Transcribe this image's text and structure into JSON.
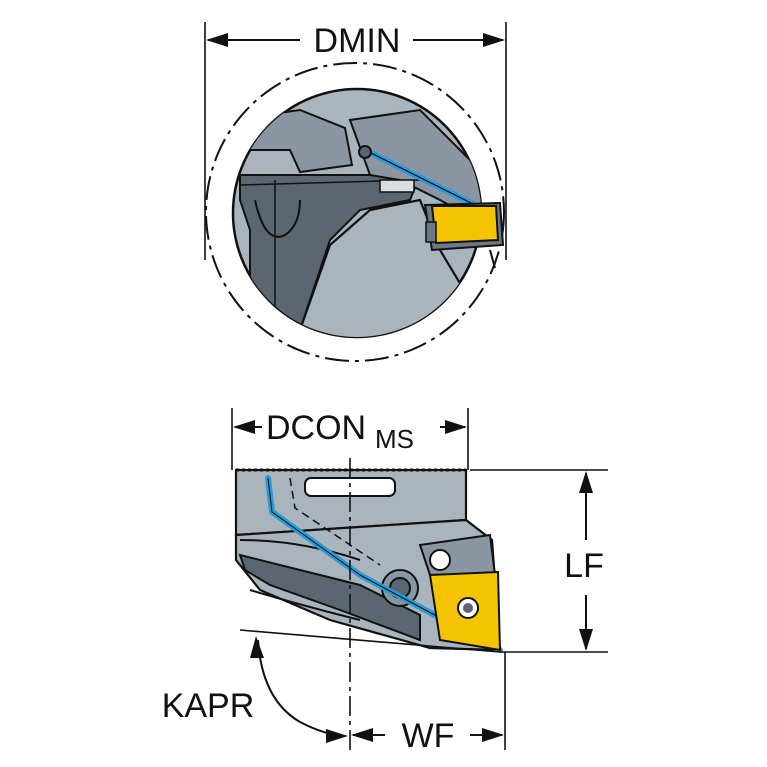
{
  "labels": {
    "dmin": "DMIN",
    "dcon": "DCON",
    "dcon_sub": "MS",
    "lf": "LF",
    "kapr": "KAPR",
    "wf": "WF"
  },
  "colors": {
    "body": "#aab4bd",
    "insert": "#f5c400",
    "coolant": "#2a9ad6",
    "line": "#111111"
  }
}
